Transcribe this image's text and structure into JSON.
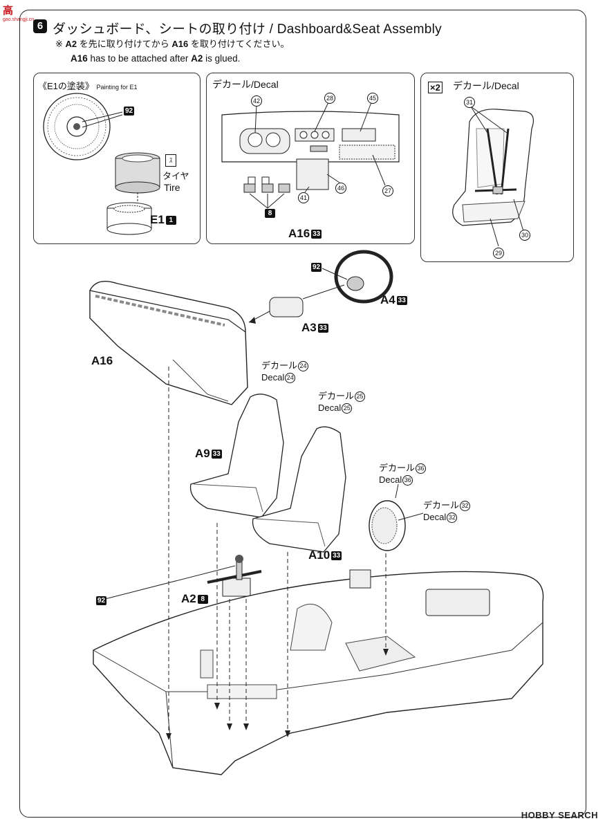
{
  "watermark_logo": {
    "top": "高",
    "sub": "gao.shangji.cn"
  },
  "header": {
    "step_number": "6",
    "title": "ダッシュボード、シートの取り付け / Dashboard&Seat Assembly",
    "note_jp": {
      "prefix": "※ ",
      "a": "A2",
      "mid": " を先に取り付けてから ",
      "b": "A16",
      "suffix": " を取り付けてください。"
    },
    "note_en": {
      "a": "A16",
      "mid": " has to be attached after ",
      "b": "A2",
      "suffix": " is glued."
    }
  },
  "panel_e1": {
    "title": "《E1の塗装》",
    "title_small": "Painting for E1",
    "color_num": "92",
    "tire_jp": "タイヤ",
    "tire_en": "Tire",
    "tire_badge": "ｽ",
    "part": "E1",
    "part_num": "1"
  },
  "panel_decal": {
    "title": "デカール/Decal",
    "callouts": [
      "42",
      "28",
      "45",
      "46",
      "27",
      "41"
    ],
    "part": "A16",
    "part_num": "33",
    "pedal_num": "8"
  },
  "panel_seat": {
    "multiplier": "×2",
    "title": "デカール/Decal",
    "callouts": [
      "31",
      "30",
      "29"
    ]
  },
  "main": {
    "a16": "A16",
    "a3": {
      "label": "A3",
      "num": "33"
    },
    "a4": {
      "label": "A4",
      "num": "33"
    },
    "a4_color": "92",
    "a9": {
      "label": "A9",
      "num": "33"
    },
    "a10": {
      "label": "A10",
      "num": "33"
    },
    "a2": {
      "label": "A2",
      "num": "8"
    },
    "a2_color": "92",
    "decal24": {
      "jp": "デカール",
      "en": "Decal",
      "num": "24"
    },
    "decal25": {
      "jp": "デカール",
      "en": "Decal",
      "num": "25"
    },
    "decal36": {
      "jp": "デカール",
      "en": "Decal",
      "num": "36"
    },
    "decal32": {
      "jp": "デカール",
      "en": "Decal",
      "num": "32"
    }
  },
  "footer": {
    "brand": "HOBBY SEARCH"
  }
}
